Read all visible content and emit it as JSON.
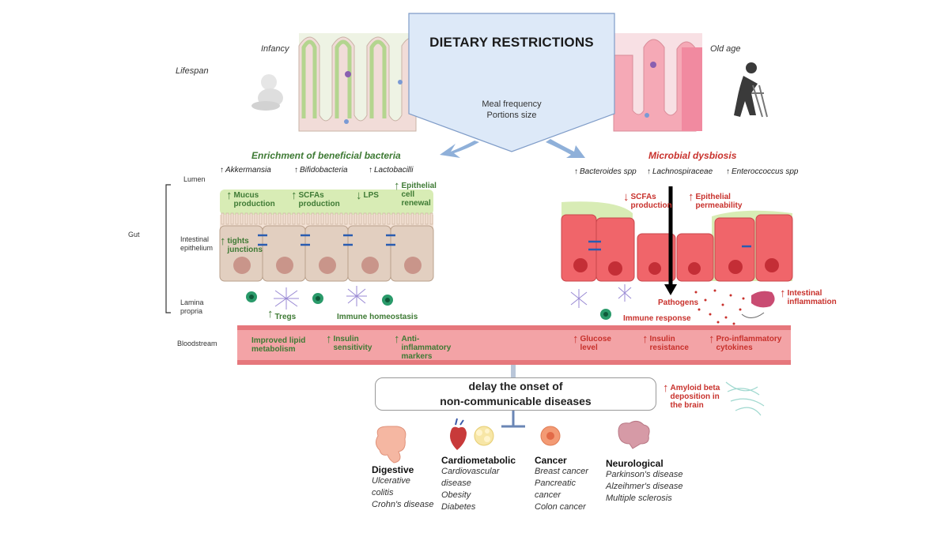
{
  "header": {
    "title": "DIETARY RESTRICTIONS",
    "line1": "Meal frequency",
    "line2": "Portions size"
  },
  "lifespan": {
    "label": "Lifespan",
    "infancy": "Infancy",
    "old_age": "Old age"
  },
  "side_labels": {
    "lumen": "Lumen",
    "gut": "Gut",
    "epithelium": "Intestinal epithelium",
    "lamina": "Lamina propria",
    "bloodstream": "Bloodstream"
  },
  "left": {
    "title": "Enrichment of beneficial bacteria",
    "bacteria": [
      "Akkermansia",
      "Bifidobacteria",
      "Lactobacilli"
    ],
    "mucus": "Mucus production",
    "scfa": "SCFAs production",
    "lps": "LPS",
    "epithelial": "Epithelial cell renewal",
    "tights": "tights junctions",
    "tregs": "Tregs",
    "immune": "Immune homeostasis",
    "blood": [
      "Improved lipid metabolism",
      "Insulin sensitivity",
      "Anti-inflammatory markers"
    ]
  },
  "right": {
    "title": "Microbial dysbiosis",
    "bacteria": [
      "Bacteroides spp",
      "Lachnospiraceae",
      "Enteroccoccus spp"
    ],
    "scfa": "SCFAs production",
    "permeability": "Epithelial permeability",
    "pathogens": "Pathogens",
    "immune_response": "Immune response",
    "inflammation": "Intestinal inflammation",
    "blood": [
      "Glucose level",
      "Insulin resistance",
      "Pro-inflammatory cytokines"
    ]
  },
  "onset": {
    "line1": "delay the onset of",
    "line2": "non-communicable diseases"
  },
  "amyloid": "Amyloid beta deposition in the brain",
  "diseases": {
    "digestive": {
      "title": "Digestive",
      "items": [
        "Ulcerative",
        "colitis",
        "Crohn's disease"
      ]
    },
    "cardio": {
      "title": "Cardiometabolic",
      "items": [
        "Cardiovascular",
        "disease",
        "Obesity",
        "Diabetes"
      ]
    },
    "cancer": {
      "title": "Cancer",
      "items": [
        "Breast cancer",
        "Pancreatic",
        "cancer",
        "Colon cancer"
      ]
    },
    "neuro": {
      "title": "Neurological",
      "items": [
        "Parkinson's disease",
        "Alzeihmer's disease",
        "Multiple sclerosis"
      ]
    }
  },
  "colors": {
    "green_text": "#3e7a34",
    "red_text": "#c8312c",
    "header_fill": "#dde9f8",
    "blood_fill": "#f3a3a6",
    "green_cell": "#e2cfc0",
    "red_cell": "#f0656a"
  }
}
